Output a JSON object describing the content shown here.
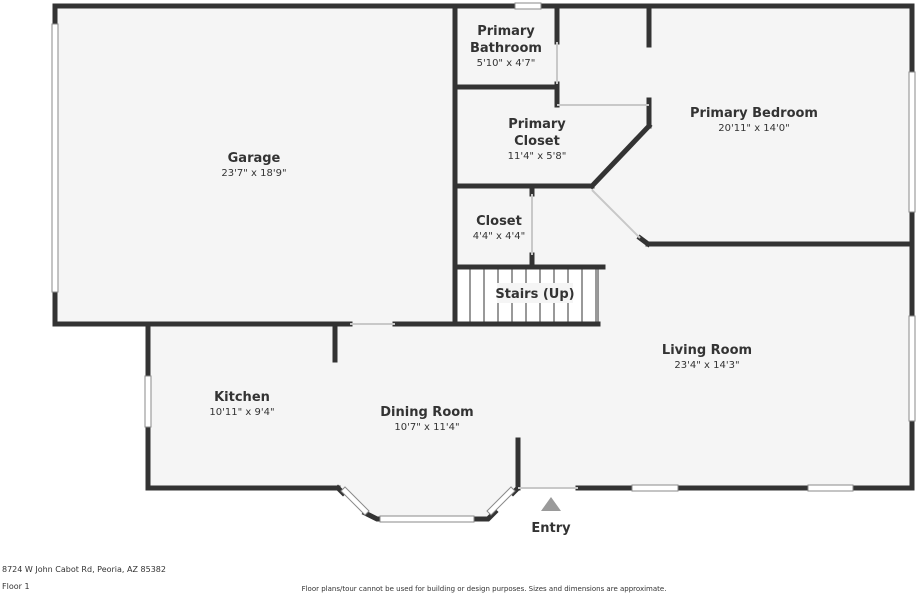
{
  "rooms": {
    "garage": {
      "name": "Garage",
      "dim": "23'7\" x 18'9\""
    },
    "primary_bathroom": {
      "name_line1": "Primary",
      "name_line2": "Bathroom",
      "dim": "5'10\" x 4'7\""
    },
    "primary_closet": {
      "name_line1": "Primary",
      "name_line2": "Closet",
      "dim": "11'4\" x 5'8\""
    },
    "primary_bedroom": {
      "name": "Primary Bedroom",
      "dim": "20'11\" x 14'0\""
    },
    "closet": {
      "name": "Closet",
      "dim": "4'4\" x 4'4\""
    },
    "stairs": {
      "name": "Stairs (Up)"
    },
    "living_room": {
      "name": "Living Room",
      "dim": "23'4\" x 14'3\""
    },
    "kitchen": {
      "name": "Kitchen",
      "dim": "10'11\" x 9'4\""
    },
    "dining_room": {
      "name": "Dining Room",
      "dim": "10'7\" x 11'4\""
    }
  },
  "entry": {
    "label": "Entry"
  },
  "footer": {
    "address": "8724 W John Cabot Rd, Peoria, AZ 85382",
    "floor": "Floor 1",
    "disclaimer": "Floor plans/tour cannot be used for building or design purposes. Sizes and dimensions are approximate."
  },
  "colors": {
    "wall": "#333333",
    "floor": "#f5f5f5",
    "text": "#333333",
    "entry_marker": "#9a9a9a"
  }
}
